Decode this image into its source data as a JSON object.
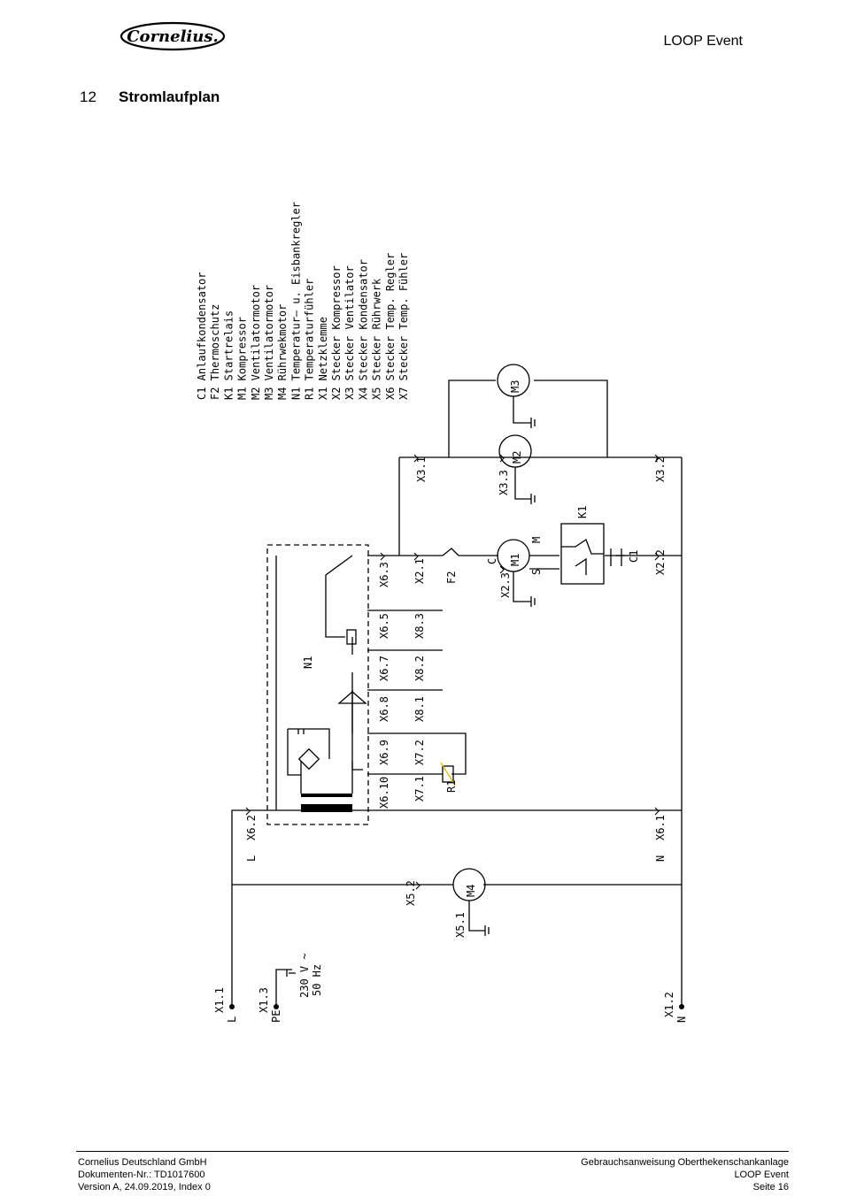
{
  "header": {
    "logo_text": "Cornelius",
    "doc_title": "LOOP Event"
  },
  "section": {
    "number": "12",
    "title": "Stromlaufplan"
  },
  "legend": [
    "C1  Anlaufkondensator",
    "F2  Thermoschutz",
    "K1  Startrelais",
    "M1  Kompressor",
    "M2  Ventilatormotor",
    "M3  Ventilatormotor",
    "M4  Rührwekmotor",
    "N1  Temperatur–  u.  Eisbankregler",
    "R1  Temperaturfühler",
    "X1  Netzklemme",
    "X2  Stecker  Kompressor",
    "X3  Stecker  Ventilator",
    "X4  Stecker  Kondensator",
    "X5  Stecker  Rührwerk",
    "X6  Stecker  Temp.  Regler",
    "X7  Stecker  Temp.  Fühler"
  ],
  "labels": {
    "x31": "X3.1",
    "x33": "X3.3",
    "x32": "X3.2",
    "x63": "X6.3",
    "x21": "X2.1",
    "f2": "F2",
    "m1": "M1",
    "m2": "M2",
    "m3": "M3",
    "m4": "M4",
    "c": "C",
    "s": "S",
    "m": "M",
    "x23": "X2.3",
    "x22": "X2.2",
    "k1": "K1",
    "c1": "C1",
    "x65": "X6.5",
    "x83": "X8.3",
    "x67": "X6.7",
    "x82": "X8.2",
    "x68": "X6.8",
    "x81": "X8.1",
    "x69": "X6.9",
    "x72": "X7.2",
    "x610": "X6.10",
    "x71": "X7.1",
    "r1": "R1",
    "n1": "N1",
    "x62": "X6.2",
    "x61": "X6.1",
    "l": "L",
    "n": "N",
    "x52": "X5.2",
    "x51": "X5.1",
    "x11": "X1.1",
    "x11_l": "L",
    "x13": "X1.3",
    "x13_pe": "PE",
    "x12": "X1.2",
    "x12_n": "N",
    "supply_v": "230 V ~",
    "supply_hz": "50 Hz"
  },
  "footer": {
    "company": "Cornelius Deutschland GmbH",
    "doc_number": "Dokumenten-Nr.: TD1017600",
    "version": "Version A, 24.09.2019, Index 0",
    "manual": "Gebrauchsanweisung Oberthekenschankanlage",
    "product": "LOOP Event",
    "page": "Seite 16"
  }
}
